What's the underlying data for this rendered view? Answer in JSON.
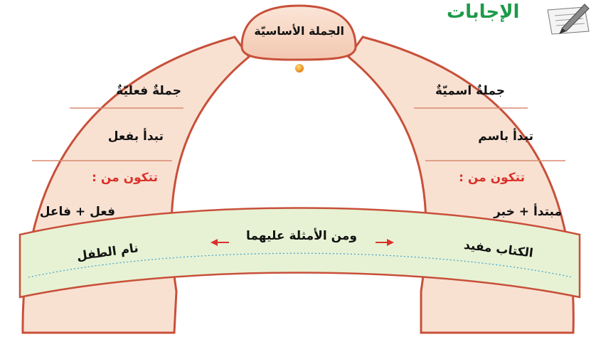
{
  "header": {
    "title": "الإجابات",
    "icon": "writing-pen-icon"
  },
  "center": {
    "title": "الجملة الأساسيّة"
  },
  "right_branch": {
    "type": "جملةٌ اسميّةٌ",
    "start": "تبدأ باسم",
    "consists_label": "تتكون من :",
    "parts": "مبتدأ + خبر",
    "example": "الكتاب مفيد"
  },
  "left_branch": {
    "type": "جملةٌ فعليّةٌ",
    "start": "تبدأ بفعل",
    "consists_label": "تتكون من :",
    "parts": "فعل + فاعل",
    "example": "نام الطفل"
  },
  "band": {
    "label": "ومن الأمثلة عليهما"
  },
  "colors": {
    "arch_fill": "#f9e1d2",
    "arch_stroke": "#c8503a",
    "band_fill": "#e7f2d4",
    "header_green": "#1d9a4a",
    "accent_red": "#d9322b",
    "dot": "#f0a020"
  }
}
